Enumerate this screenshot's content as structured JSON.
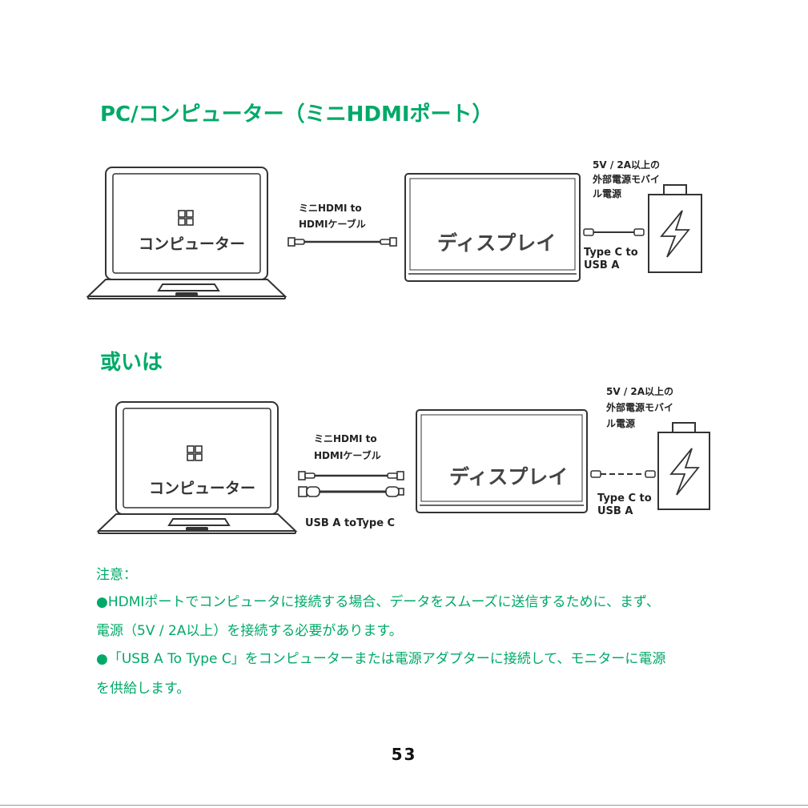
{
  "section1": {
    "heading": "PC/コンピューター（ミニHDMIポート）",
    "laptop_label": "コンピューター",
    "cable_label_1": "ミニHDMI to",
    "cable_label_2": "HDMIケーブル",
    "display_label": "ディスプレイ",
    "power_label_1": "5V / 2A以上の",
    "power_label_2": "外部電源モバイ",
    "power_label_3": "ル電源",
    "usb_label_1": "Type C to",
    "usb_label_2": "USB A"
  },
  "or_heading": "或いは",
  "section2": {
    "laptop_label": "コンピューター",
    "cable_label_1": "ミニHDMI to",
    "cable_label_2": "HDMIケーブル",
    "cable_label_3": "USB A toType C",
    "display_label": "ディスプレイ",
    "power_label_1": "5V / 2A以上の",
    "power_label_2": "外部電源モバイ",
    "power_label_3": "ル電源",
    "usb_label_1": "Type C to",
    "usb_label_2": "USB A"
  },
  "notes": {
    "title": "注意：",
    "line1": "●HDMIポートでコンピュータに接続する場合、データをスムーズに送信するために、まず、",
    "line2": "電源（5V / 2A以上）を接続する必要があります。",
    "line3": "●「USB A To Type C」をコンピューターまたは電源アダプターに接続して、モニターに電源",
    "line4": "を供給します。"
  },
  "page_number": "53",
  "colors": {
    "accent": "#00a968",
    "line": "#333333"
  }
}
